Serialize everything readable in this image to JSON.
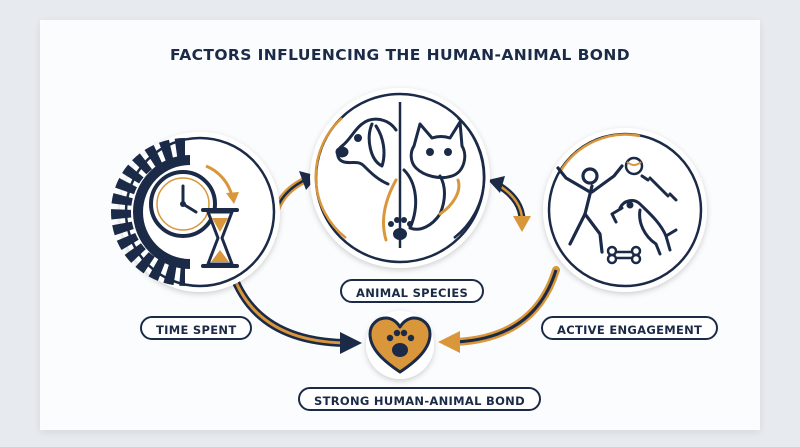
{
  "title": "FACTORS INFLUENCING THE HUMAN-ANIMAL BOND",
  "nodes": {
    "time": {
      "label": "TIME SPENT",
      "icons": [
        "gear-icon",
        "clock-icon",
        "hourglass-icon"
      ]
    },
    "species": {
      "label": "ANIMAL SPECIES",
      "icons": [
        "dog-icon",
        "cat-icon",
        "paw-icon"
      ]
    },
    "engagement": {
      "label": "ACTIVE ENGAGEMENT",
      "icons": [
        "person-icon",
        "ball-icon",
        "dog-jumping-icon",
        "rope-toy-icon",
        "bone-icon"
      ]
    },
    "bond": {
      "label": "STRONG HUMAN-ANIMAL BOND",
      "icons": [
        "heart-icon",
        "paw-icon"
      ]
    }
  },
  "colors": {
    "navy": "#1b2a47",
    "gold": "#d9963a",
    "background": "#fbfcfd"
  }
}
